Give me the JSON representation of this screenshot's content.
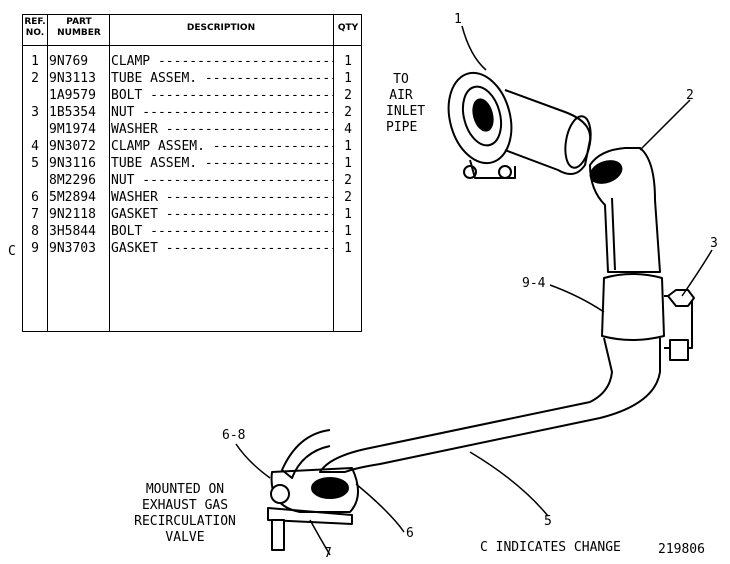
{
  "table": {
    "headers": {
      "ref": "REF. NO.",
      "part": "PART NUMBER",
      "desc": "DESCRIPTION",
      "qty": "QTY"
    },
    "rows": [
      {
        "ref": "1",
        "part": "9N769",
        "desc": "CLAMP",
        "qty": "1"
      },
      {
        "ref": "2",
        "part": "9N3113",
        "desc": "TUBE ASSEM.",
        "qty": "1"
      },
      {
        "ref": "",
        "part": "1A9579",
        "desc": "BOLT",
        "qty": "2"
      },
      {
        "ref": "3",
        "part": "1B5354",
        "desc": "NUT",
        "qty": "2"
      },
      {
        "ref": "",
        "part": "9M1974",
        "desc": "WASHER",
        "qty": "4"
      },
      {
        "ref": "4",
        "part": "9N3072",
        "desc": "CLAMP ASSEM.",
        "qty": "1"
      },
      {
        "ref": "5",
        "part": "9N3116",
        "desc": "TUBE ASSEM.",
        "qty": "1"
      },
      {
        "ref": "",
        "part": "8M2296",
        "desc": "NUT",
        "qty": "2"
      },
      {
        "ref": "6",
        "part": "5M2894",
        "desc": "WASHER",
        "qty": "2"
      },
      {
        "ref": "7",
        "part": "9N2118",
        "desc": "GASKET",
        "qty": "1"
      },
      {
        "ref": "8",
        "part": "3H5844",
        "desc": "BOLT",
        "qty": "1"
      },
      {
        "ref": "9",
        "part": "9N3703",
        "desc": "GASKET",
        "qty": "1"
      }
    ],
    "change_mark": "C"
  },
  "callouts": {
    "c1": "1",
    "c2": "2",
    "c3": "3",
    "c9_4": "9-4",
    "c6_8": "6-8",
    "c6": "6",
    "c5": "5",
    "c7": "7"
  },
  "notes": {
    "to_air": [
      "TO",
      "AIR",
      "INLET",
      "PIPE"
    ],
    "mounted": [
      "MOUNTED ON",
      "EXHAUST GAS",
      "RECIRCULATION",
      "VALVE"
    ],
    "change_note": "C INDICATES CHANGE",
    "drawing_number": "219806"
  }
}
